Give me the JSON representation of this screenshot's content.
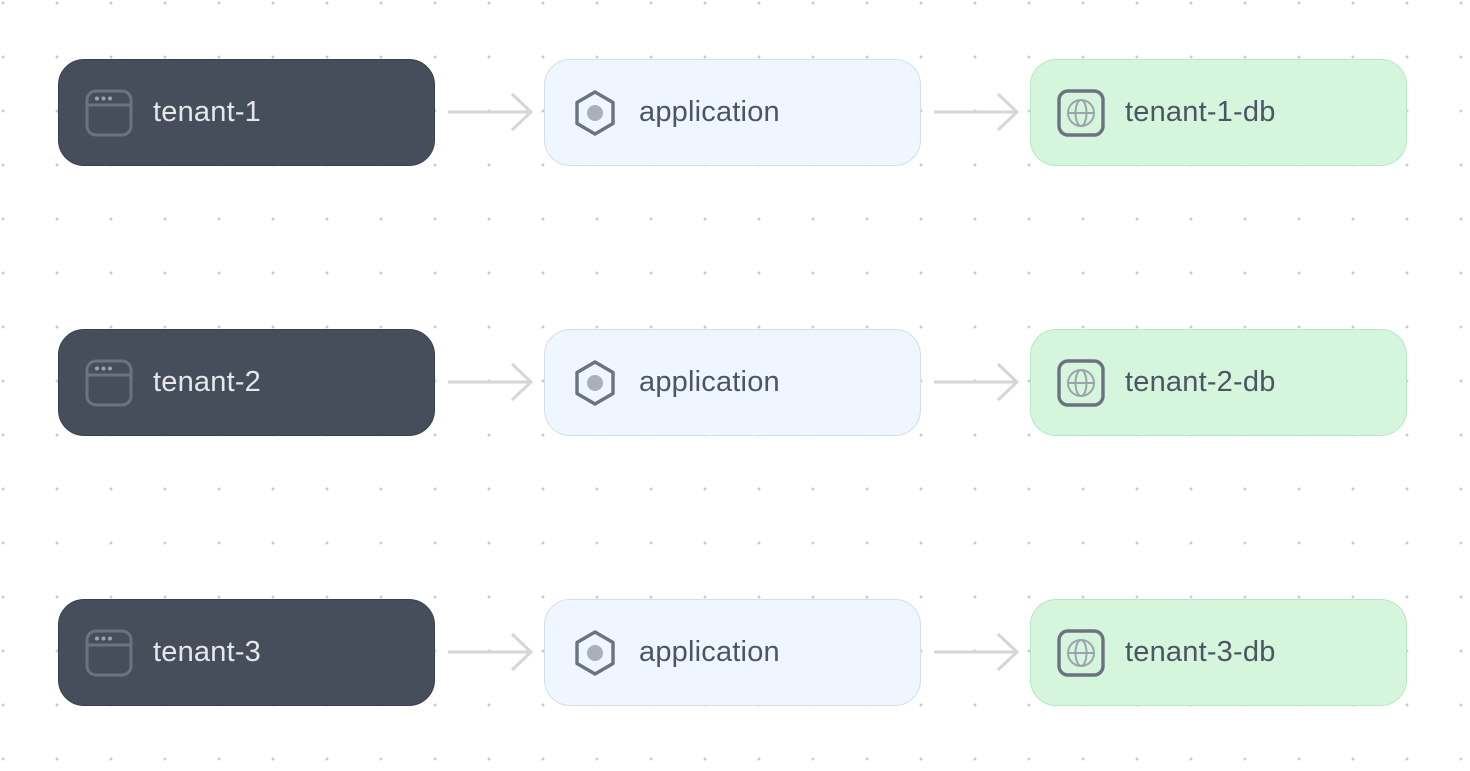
{
  "diagram": {
    "colors": {
      "tenant_fill": "#474e5b",
      "tenant_text": "#e5e7eb",
      "application_fill": "#eff6ff",
      "database_fill": "#d5f6dc",
      "edge": "#d4d6da",
      "icon": "#6b7280"
    },
    "rows": [
      {
        "tenant": {
          "label": "tenant-1",
          "icon": "browser-window-icon"
        },
        "application": {
          "label": "application",
          "icon": "hexagon-service-icon"
        },
        "database": {
          "label": "tenant-1-db",
          "icon": "globe-icon"
        }
      },
      {
        "tenant": {
          "label": "tenant-2",
          "icon": "browser-window-icon"
        },
        "application": {
          "label": "application",
          "icon": "hexagon-service-icon"
        },
        "database": {
          "label": "tenant-2-db",
          "icon": "globe-icon"
        }
      },
      {
        "tenant": {
          "label": "tenant-3",
          "icon": "browser-window-icon"
        },
        "application": {
          "label": "application",
          "icon": "hexagon-service-icon"
        },
        "database": {
          "label": "tenant-3-db",
          "icon": "globe-icon"
        }
      }
    ]
  }
}
